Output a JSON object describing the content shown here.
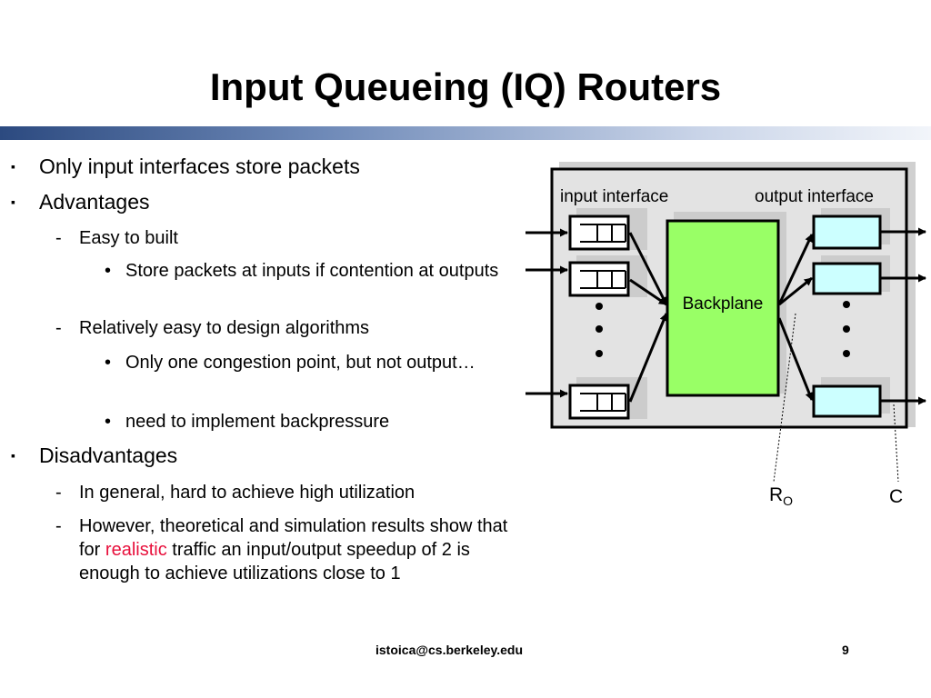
{
  "slide": {
    "title": "Input Queueing (IQ) Routers",
    "bullets": {
      "b1": "Only input interfaces store packets",
      "b2": "Advantages",
      "b2_1": "Easy to built",
      "b2_1_1": "Store packets at inputs if contention at outputs",
      "b2_2": "Relatively easy to design algorithms",
      "b2_2_1": "Only one congestion point, but not output…",
      "b2_2_2": "need to implement backpressure",
      "b3": "Disadvantages",
      "b3_1": "In general, hard to achieve high utilization",
      "b3_2_pre": "However, theoretical and simulation results show that for ",
      "b3_2_red": "realistic",
      "b3_2_post": " traffic an input/output speedup of 2 is enough to achieve utilizations close to 1"
    },
    "accent_color": "#e8103c",
    "footer": {
      "email": "istoica@cs.berkeley.edu",
      "page": "9"
    }
  },
  "diagram": {
    "input_label": "input interface",
    "output_label": "output interface",
    "backplane_label": "Backplane",
    "ro_main": "R",
    "ro_sub": "O",
    "c_label": "C",
    "backplane_color": "#99ff66",
    "output_box_color": "#ccffff",
    "ellipsis_icon": "vertical-dots-icon",
    "queue_icon": "queue-buffer-icon"
  }
}
